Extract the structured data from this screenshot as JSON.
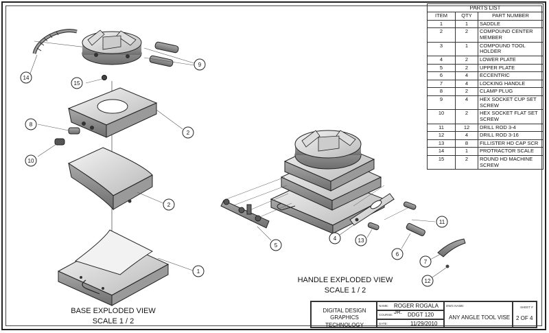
{
  "parts_list": {
    "title": "PARTS LIST",
    "headers": [
      "ITEM",
      "QTY",
      "PART NUMBER"
    ],
    "rows": [
      {
        "item": "1",
        "qty": "1",
        "part": "SADDLE"
      },
      {
        "item": "2",
        "qty": "2",
        "part": "COMPOUND CENTER MEMBER"
      },
      {
        "item": "3",
        "qty": "1",
        "part": "COMPOUND TOOL HOLDER"
      },
      {
        "item": "4",
        "qty": "2",
        "part": "LOWER PLATE"
      },
      {
        "item": "5",
        "qty": "2",
        "part": "UPPER PLATE"
      },
      {
        "item": "6",
        "qty": "4",
        "part": "ECCENTRIC"
      },
      {
        "item": "7",
        "qty": "4",
        "part": "LOCKING HANDLE"
      },
      {
        "item": "8",
        "qty": "2",
        "part": "CLAMP PLUG"
      },
      {
        "item": "9",
        "qty": "4",
        "part": "HEX SOCKET CUP SET SCREW"
      },
      {
        "item": "10",
        "qty": "2",
        "part": "HEX SOCKET FLAT SET SCREW"
      },
      {
        "item": "11",
        "qty": "12",
        "part": "DRILL ROD 3-4"
      },
      {
        "item": "12",
        "qty": "4",
        "part": "DRILL ROD 3-16"
      },
      {
        "item": "13",
        "qty": "8",
        "part": "FILLISTER HD CAP SCR"
      },
      {
        "item": "14",
        "qty": "1",
        "part": "PROTRACTOR SCALE"
      },
      {
        "item": "15",
        "qty": "2",
        "part": "ROUND HD MACHINE SCREW"
      }
    ]
  },
  "views": {
    "base": {
      "line1": "BASE EXPLODED VIEW",
      "line2": "SCALE 1 / 2"
    },
    "handle": {
      "line1": "HANDLE EXPLODED VIEW",
      "line2": "SCALE 1 / 2"
    }
  },
  "balloons": {
    "b14": "14",
    "b15": "15",
    "b9": "9",
    "b8": "8",
    "b10": "10",
    "b2a": "2",
    "b2b": "2",
    "b1": "1",
    "b5": "5",
    "b4": "4",
    "b13": "13",
    "b6": "6",
    "b11": "11",
    "b7": "7",
    "b12": "12"
  },
  "title_block": {
    "school_line1": "DIGITAL DESIGN",
    "school_line2": "GRAPHICS TECHNOLOGY",
    "name_label": "NAME:",
    "name": "ROGER ROGALA JR.",
    "course_label": "COURSE:",
    "course": "DDGT 120",
    "date_label": "DATE:",
    "date": "11/29/2010",
    "dwg_label": "DWG NAME:",
    "dwg_name": "ANY ANGLE TOOL VISE",
    "sheet_label": "SHEET #",
    "sheet": "2 OF 4"
  }
}
